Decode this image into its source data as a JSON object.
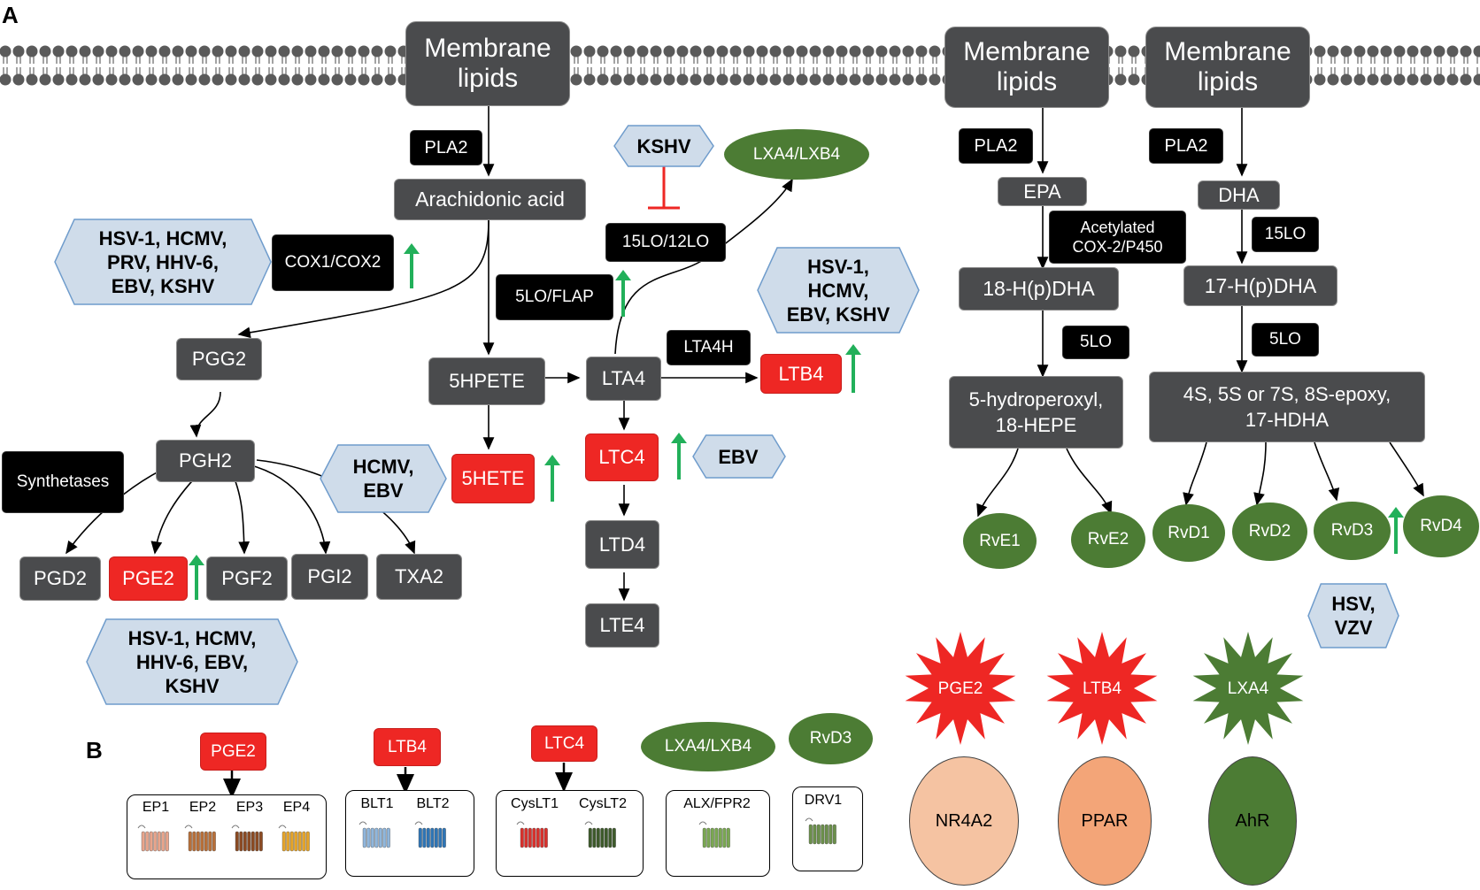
{
  "panels": {
    "a": "A",
    "b": "B"
  },
  "membrane": {
    "label": "Membrane\nlipids"
  },
  "enzymes": {
    "pla2": "PLA2",
    "cox": "COX1/COX2",
    "flap": "5LO/FLAP",
    "lo15_12": "15LO/12LO",
    "lta4h": "LTA4H",
    "synth": "Synthetases",
    "acetyl": "Acetylated\nCOX-2/P450",
    "lo5": "5LO",
    "lo15": "15LO"
  },
  "nodes": {
    "arachidonic": "Arachidonic acid",
    "pgg2": "PGG2",
    "pgh2": "PGH2",
    "pgd2": "PGD2",
    "pge2": "PGE2",
    "pgf2": "PGF2",
    "pgi2": "PGI2",
    "txa2": "TXA2",
    "hpete": "5HPETE",
    "hete": "5HETE",
    "lta4": "LTA4",
    "ltb4": "LTB4",
    "ltc4": "LTC4",
    "ltd4": "LTD4",
    "lte4": "LTE4",
    "lxa4lxb4": "LXA4/LXB4",
    "epa": "EPA",
    "dha": "DHA",
    "h18": "18-H(p)DHA",
    "h17": "17-H(p)DHA",
    "hepe": "5-hydroperoxyl,\n18-HEPE",
    "epoxy": "4S, 5S or 7S, 8S-epoxy,\n17-HDHA",
    "rve1": "RvE1",
    "rve2": "RvE2",
    "rvd1": "RvD1",
    "rvd2": "RvD2",
    "rvd3": "RvD3",
    "rvd4": "RvD4"
  },
  "viruses": {
    "cox": "HSV-1, HCMV,\nPRV, HHV-6,\nEBV, KSHV",
    "kshv": "KSHV",
    "ltb4": "HSV-1,\nHCMV,\nEBV, KSHV",
    "hete": "HCMV,\nEBV",
    "ltc4": "EBV",
    "pge2": "HSV-1, HCMV,\nHHV-6, EBV,\nKSHV",
    "rvd": "HSV,\nVZV"
  },
  "receptors": {
    "pge2": {
      "ligand": "PGE2",
      "items": [
        "EP1",
        "EP2",
        "EP3",
        "EP4"
      ],
      "colors": [
        "#e8a58c",
        "#b86f38",
        "#8b4a22",
        "#e6a52a"
      ]
    },
    "ltb4": {
      "ligand": "LTB4",
      "items": [
        "BLT1",
        "BLT2"
      ],
      "colors": [
        "#8fb6dc",
        "#2e75b6"
      ]
    },
    "ltc4": {
      "ligand": "LTC4",
      "items": [
        "CysLT1",
        "CysLT2"
      ],
      "colors": [
        "#d9302c",
        "#3d5a2a"
      ]
    },
    "lxa4": {
      "ligand": "LXA4/LXB4",
      "items": [
        "ALX/FPR2"
      ],
      "colors": [
        "#7aa851"
      ]
    },
    "rvd3": {
      "ligand": "RvD3",
      "items": [
        "DRV1"
      ],
      "colors": [
        "#6b8f4a"
      ]
    }
  },
  "nuclear": {
    "pge2": {
      "ligand": "PGE2",
      "receptor": "NR4A2"
    },
    "ltb4": {
      "ligand": "LTB4",
      "receptor": "PPAR"
    },
    "lxa4": {
      "ligand": "LXA4",
      "receptor": "AhR"
    }
  },
  "colors": {
    "red": "#ee2724",
    "green": "#4c7c34",
    "gray": "#4a4b4d",
    "hex": "#cfdcea",
    "arrow_up": "#22b05a"
  }
}
